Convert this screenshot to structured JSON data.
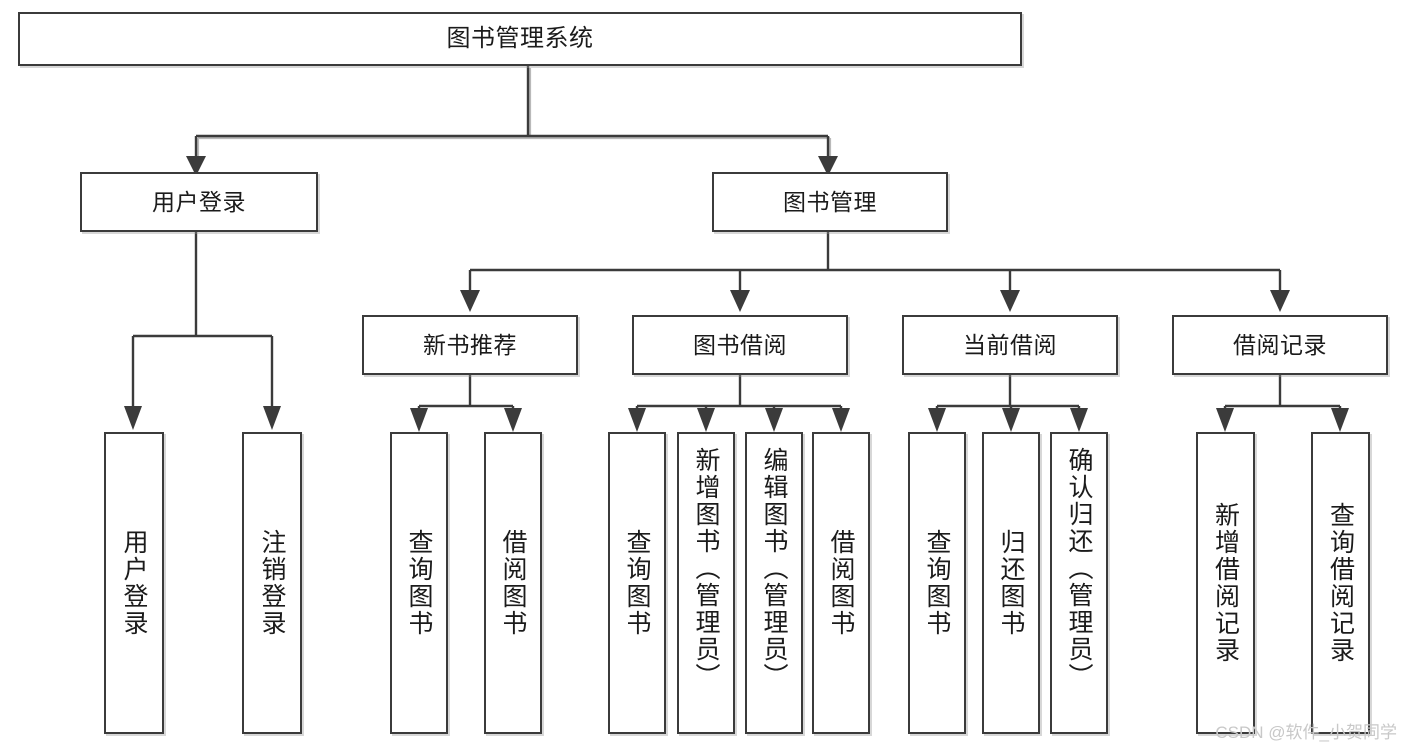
{
  "diagram": {
    "type": "tree",
    "title": "图书管理系统",
    "watermark": "CSDN @软件_小贺同学",
    "colors": {
      "border": "#3b3b3b",
      "fill": "#ffffff",
      "text": "#1b1b1b",
      "shadow": "#b9b9b9",
      "watermark": "#c8c8c8"
    },
    "root": {
      "label": "图书管理系统"
    },
    "level2": [
      {
        "label": "用户登录"
      },
      {
        "label": "图书管理"
      }
    ],
    "level3": [
      {
        "label": "新书推荐"
      },
      {
        "label": "图书借阅"
      },
      {
        "label": "当前借阅"
      },
      {
        "label": "借阅记录"
      }
    ],
    "leaves": {
      "user_login": [
        {
          "label": "用户登录"
        },
        {
          "label": "注销登录"
        }
      ],
      "new_book_recommend": [
        {
          "label": "查询图书"
        },
        {
          "label": "借阅图书"
        }
      ],
      "book_borrow": [
        {
          "label": "查询图书"
        },
        {
          "label": "新增图书（管理员）"
        },
        {
          "label": "编辑图书（管理员）"
        },
        {
          "label": "借阅图书"
        }
      ],
      "current_borrow": [
        {
          "label": "查询图书"
        },
        {
          "label": "归还图书"
        },
        {
          "label": "确认归还（管理员）"
        }
      ],
      "borrow_record": [
        {
          "label": "新增借阅记录"
        },
        {
          "label": "查询借阅记录"
        }
      ]
    }
  }
}
